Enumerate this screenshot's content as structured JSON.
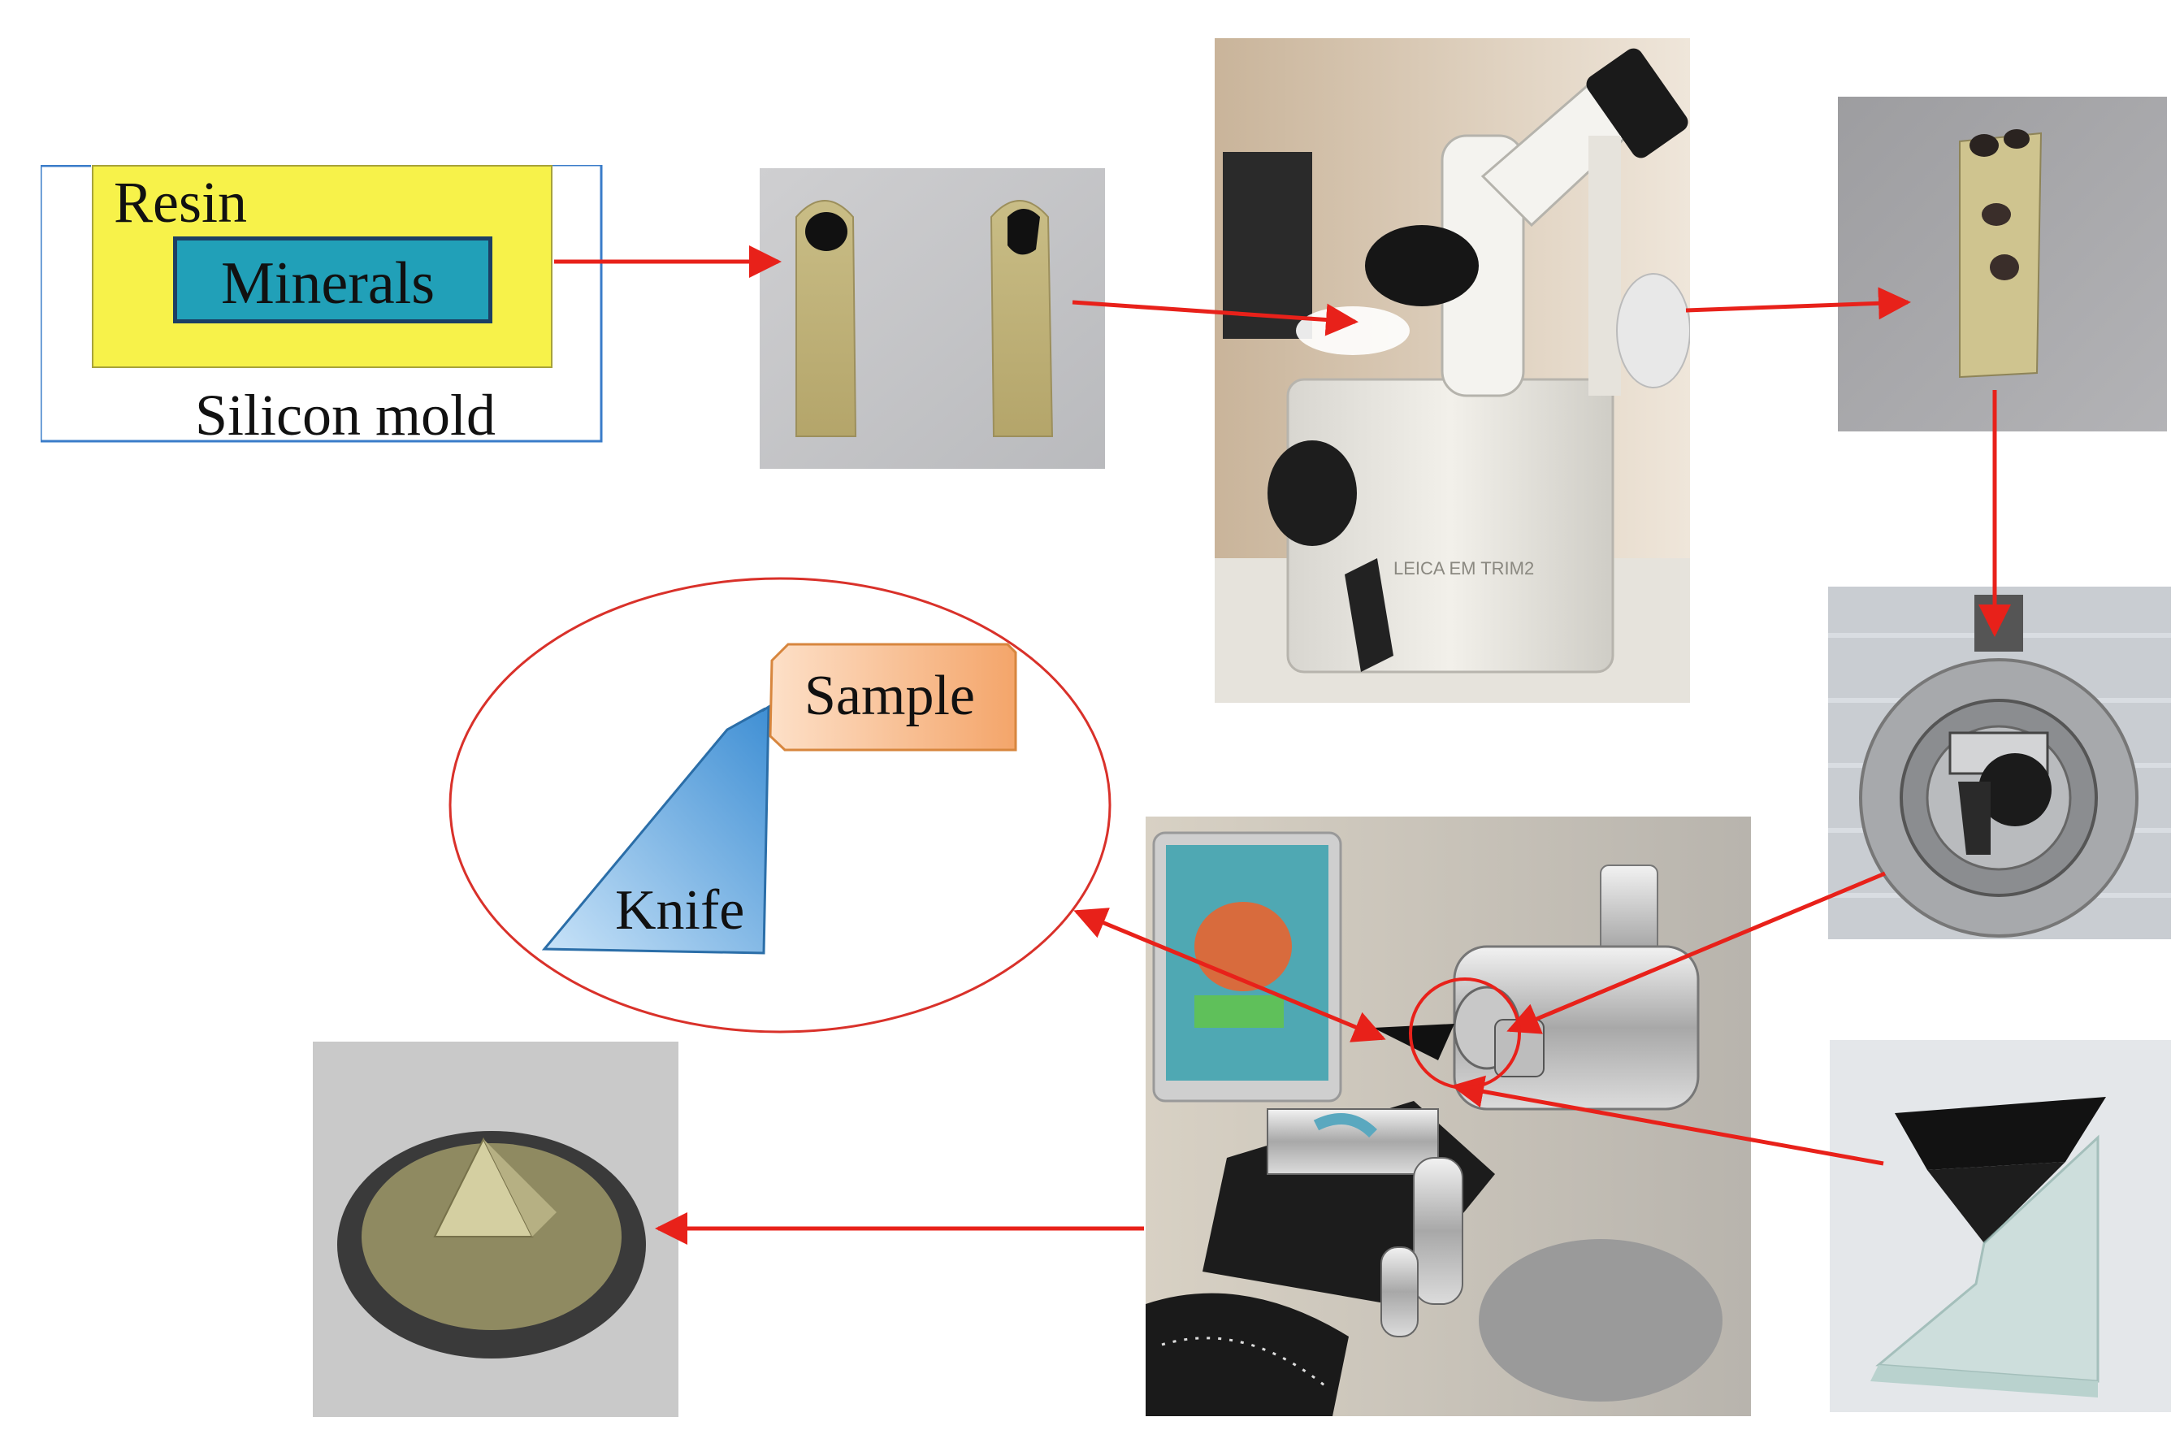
{
  "labels": {
    "resin": "Resin",
    "minerals": "Minerals",
    "silicon_mold": "Silicon mold",
    "sample": "Sample",
    "knife": "Knife"
  },
  "colors": {
    "arrow": "#e8211a",
    "resin_fill": "#f7f24a",
    "minerals_fill": "#21a0b8",
    "mold_border": "#3a7cc9",
    "ellipse": "#d9312a",
    "knife_fill": "#8cc0ec",
    "sample_fill": "#f8c9a4"
  },
  "photos": [
    {
      "name": "resin-blocks-photo"
    },
    {
      "name": "trimmer-microscope-photo",
      "brand_text": "LEICA EM TRIM2"
    },
    {
      "name": "trimmed-block-photo"
    },
    {
      "name": "specimen-holder-photo"
    },
    {
      "name": "ultramicrotome-photo"
    },
    {
      "name": "glass-knife-photo"
    },
    {
      "name": "sample-stub-photo"
    }
  ]
}
